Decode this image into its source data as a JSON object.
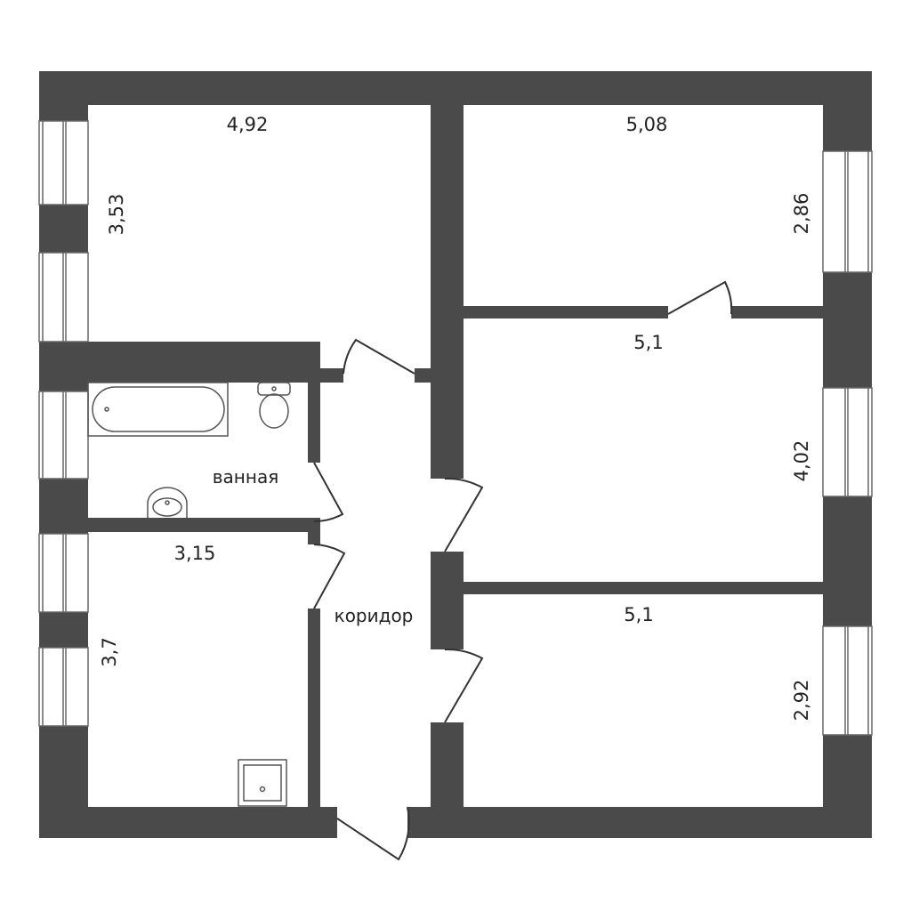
{
  "colors": {
    "wall": "#4a4a4a",
    "window_frame": "#666666",
    "window_fill": "#ffffff",
    "door_line": "#333333",
    "fixture_stroke": "#555555",
    "background": "#ffffff"
  },
  "rooms": {
    "top_left": {
      "width": "4,92",
      "height": "3,53"
    },
    "top_right": {
      "width": "5,08",
      "height": "2,86"
    },
    "middle_right": {
      "width": "5,1",
      "height": "4,02"
    },
    "bathroom": {
      "name": "ванная"
    },
    "bottom_left": {
      "width": "3,15",
      "height": "3,7"
    },
    "corridor": {
      "name": "коридор"
    },
    "bottom_right": {
      "width": "5,1",
      "height": "2,92"
    }
  },
  "icons": {
    "bathtub": "bathtub-icon",
    "toilet": "toilet-icon",
    "sink": "sink-icon",
    "shower": "shower-tray-icon"
  }
}
